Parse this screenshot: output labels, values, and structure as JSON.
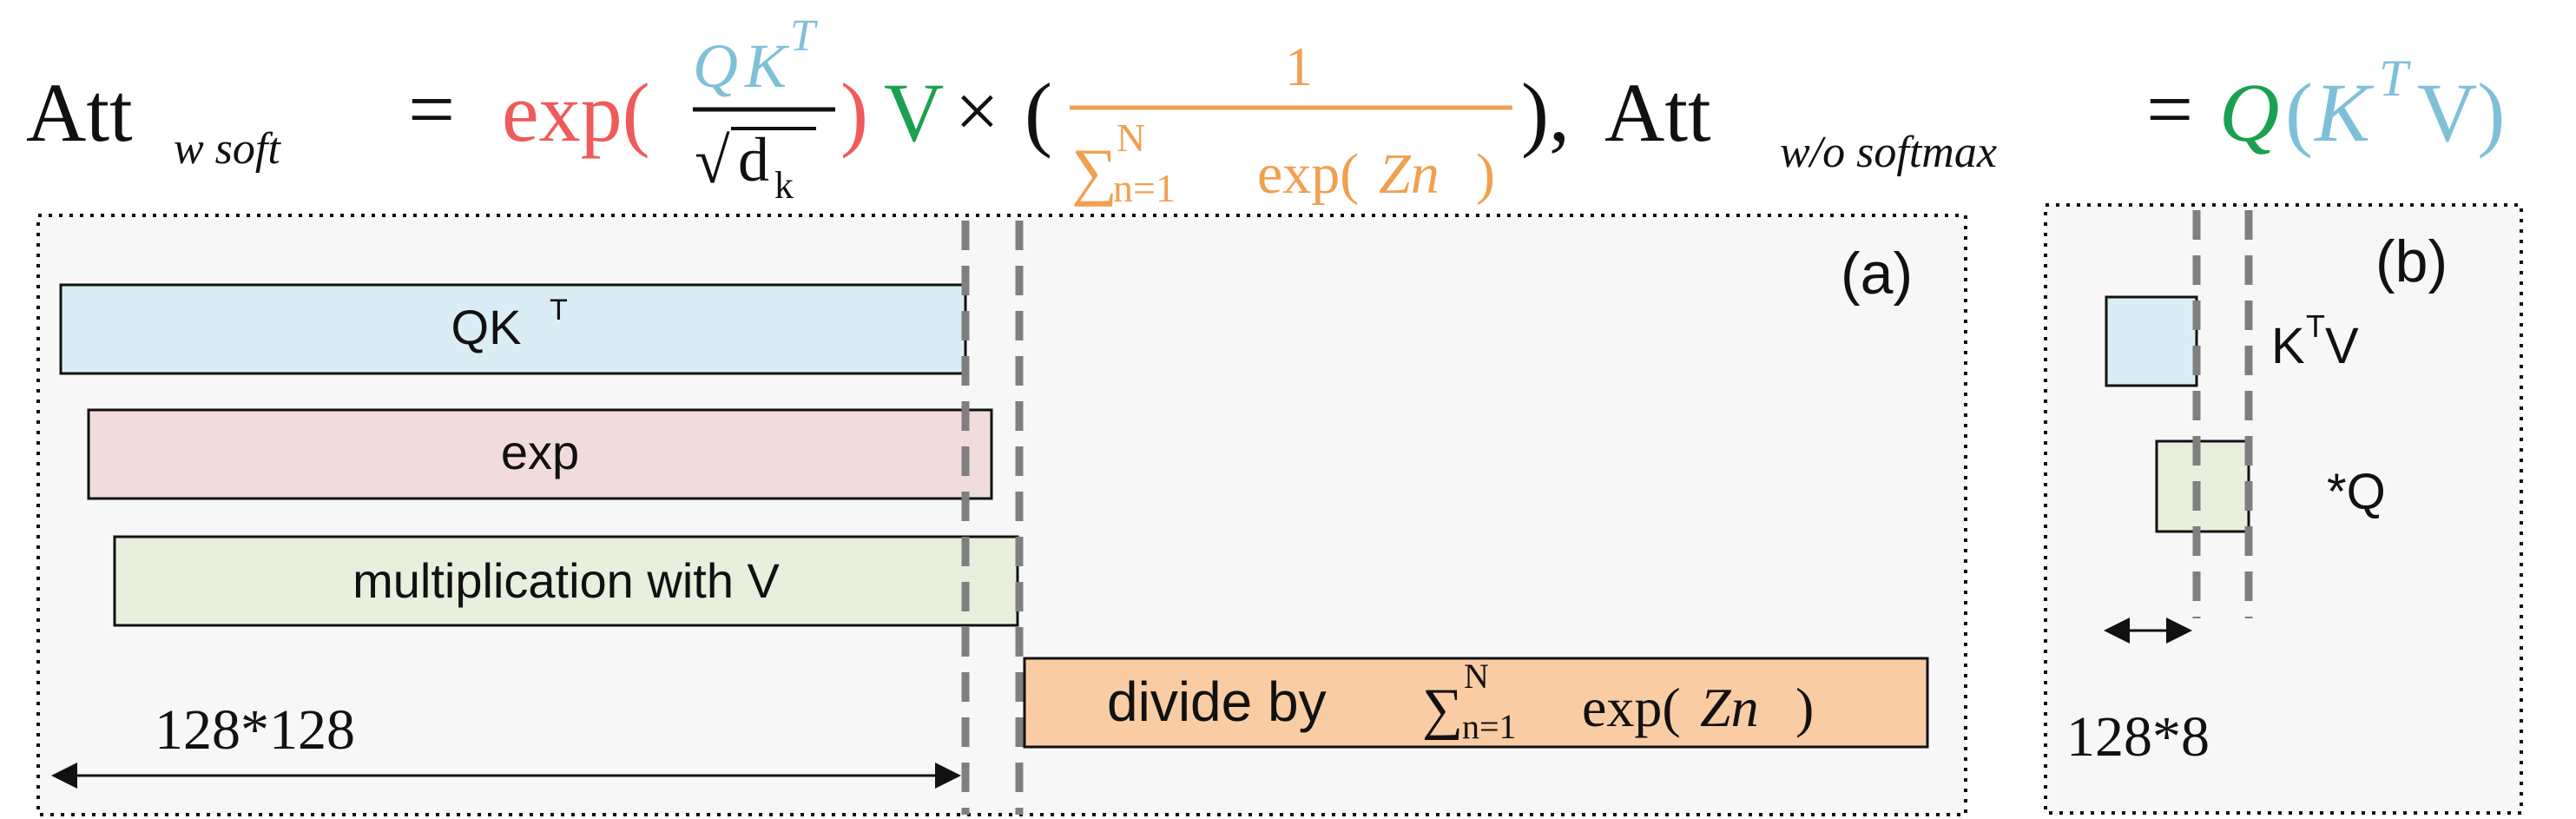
{
  "colors": {
    "red": "#f05a5a",
    "blue": "#7fc0d9",
    "green": "#1aa050",
    "orange": "#f0a050",
    "text": "#111111",
    "panel_bg": "#f7f7f7",
    "qk_bar": "#daedf5",
    "exp_bar": "#f1dcdc",
    "mulv_bar": "#e8efdc",
    "divide_bar": "#f9cca3",
    "dashed": "#7f7f7f"
  },
  "formula": {
    "att": "Att",
    "sub_wsoft": "w soft",
    "equals": "=",
    "exp": "exp(",
    "Q": "Q",
    "K": "K",
    "T": "T",
    "close": ")",
    "sqrt": "√",
    "d": "d",
    "k": "k",
    "V": "V",
    "times": "×",
    "lparen": "(",
    "one": "1",
    "sum": "∑",
    "n_eq_1": "n=1",
    "N": "N",
    "exp_zn": "exp(",
    "Zn": "Zn",
    "rparen_comma": "),",
    "att2": "Att",
    "sub_wo": "w/o softmax",
    "equals2": "=",
    "Q2": "Q",
    "lparen2": "(",
    "K2": "K",
    "T2": "T",
    "V2": "V)"
  },
  "panel_a": {
    "label": "(a)",
    "bar_qk": "QK",
    "bar_qk_sup": "T",
    "bar_exp": "exp",
    "bar_mulv": "multiplication with V",
    "bar_divide_prefix": "divide by ",
    "bar_divide_sum": "∑",
    "bar_divide_n": "N",
    "bar_divide_n1": "n=1",
    "bar_divide_exp": "exp(",
    "bar_divide_zn": "Zn",
    "bar_divide_close": ")",
    "dimension": "128*128"
  },
  "panel_b": {
    "label": "(b)",
    "ktv": "K",
    "ktv_sup": "T",
    "ktv_v": "V",
    "q": "*Q",
    "dimension": "128*8"
  }
}
